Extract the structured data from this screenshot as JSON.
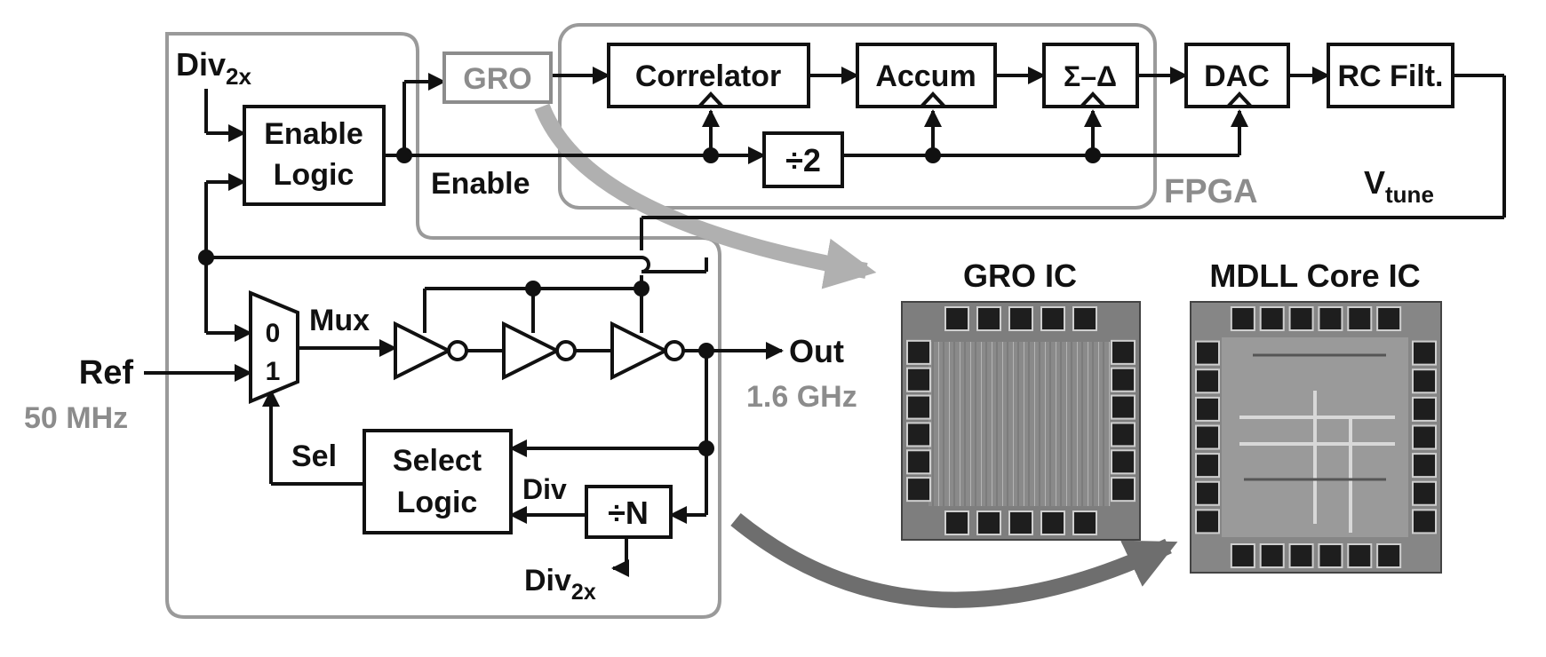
{
  "mdll_block": {
    "div2x_top": {
      "main": "Div",
      "sub": "2x"
    },
    "enable_logic": [
      "Enable",
      "Logic"
    ],
    "enable_signal": "Enable",
    "mux_inputs": [
      "0",
      "1"
    ],
    "mux_label": "Mux",
    "ref_label": "Ref",
    "ref_freq": "50 MHz",
    "out_label": "Out",
    "out_freq": "1.6 GHz",
    "sel_label": "Sel",
    "select_logic": [
      "Select",
      "Logic"
    ],
    "div_label": "Div",
    "divider_n": "÷N",
    "div2x_bottom": {
      "main": "Div",
      "sub": "2x"
    }
  },
  "gro_block": {
    "label": "GRO"
  },
  "fpga": {
    "label": "FPGA",
    "blocks": {
      "correlator": "Correlator",
      "accum": "Accum",
      "sigma_delta": "Σ–Δ",
      "divide_two": "÷2"
    }
  },
  "dac": "DAC",
  "rc_filter": "RC Filt.",
  "vtune": {
    "main": "V",
    "sub": "tune"
  },
  "die_photos": {
    "gro_ic": "GRO IC",
    "mdll_core_ic": "MDLL Core IC"
  },
  "colors": {
    "ink": "#111111",
    "highlight_gray": "#8c8c8c",
    "outline_gray": "#9a9a9a",
    "arrow_dark": "#6e6e6e"
  }
}
